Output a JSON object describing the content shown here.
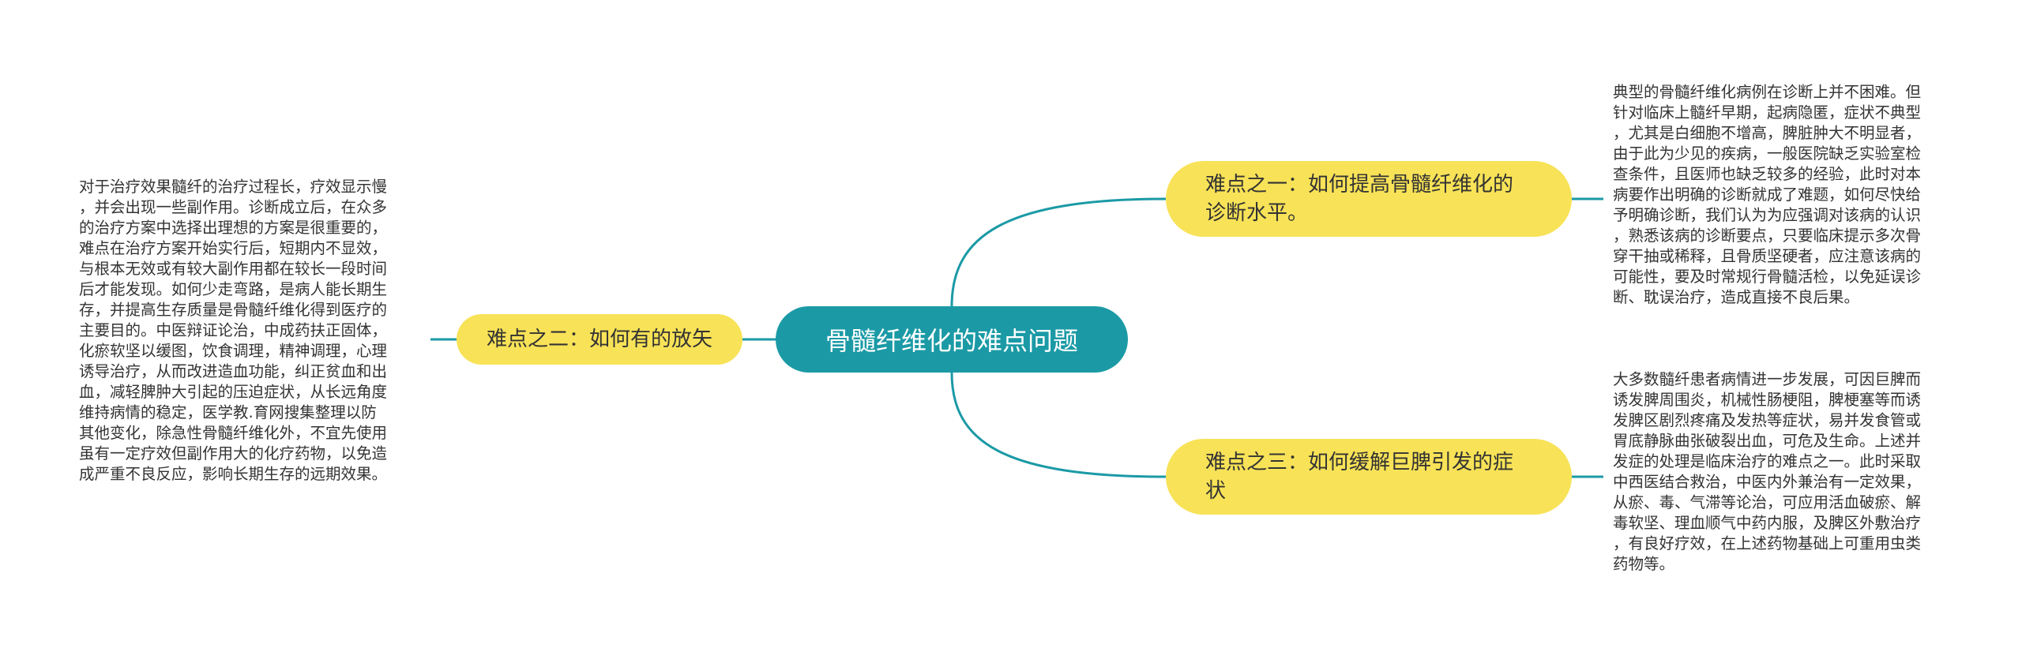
{
  "colors": {
    "root_fill": "#1b9aa6",
    "branch_fill": "#f8e257",
    "connector": "#1b9aa6",
    "text": "#333333"
  },
  "root": {
    "label": "骨髓纤维化的难点问题"
  },
  "branches": [
    {
      "label": "难点之一：如何提高骨髓纤维化的\n诊断水平。",
      "note": "典型的骨髓纤维化病例在诊断上并不困难。但\n针对临床上髓纤早期，起病隐匿，症状不典型\n，尤其是白细胞不增高，脾脏肿大不明显者，\n由于此为少见的疾病，一般医院缺乏实验室检\n查条件，且医师也缺乏较多的经验，此时对本\n病要作出明确的诊断就成了难题，如何尽快给\n予明确诊断，我们认为为应强调对该病的认识\n，熟悉该病的诊断要点，只要临床提示多次骨\n穿干抽或稀释，且骨质坚硬者，应注意该病的\n可能性，要及时常规行骨髓活检，以免延误诊\n断、耽误治疗，造成直接不良后果。"
    },
    {
      "label": "难点之二：如何有的放矢",
      "note": "对于治疗效果髓纤的治疗过程长，疗效显示慢\n，并会出现一些副作用。诊断成立后，在众多\n的治疗方案中选择出理想的方案是很重要的，\n难点在治疗方案开始实行后，短期内不显效，\n与根本无效或有较大副作用都在较长一段时间\n后才能发现。如何少走弯路，是病人能长期生\n存，并提高生存质量是骨髓纤维化得到医疗的\n主要目的。中医辩证论治，中成药扶正固体，\n化瘀软坚以缓图，饮食调理，精神调理，心理\n诱导治疗，从而改进造血功能，纠正贫血和出\n血，减轻脾肿大引起的压迫症状，从长远角度\n维持病情的稳定，医学教.育网搜集整理以防\n其他变化，除急性骨髓纤维化外，不宜先使用\n虽有一定疗效但副作用大的化疗药物，以免造\n成严重不良反应，影响长期生存的远期效果。"
    },
    {
      "label": "难点之三：如何缓解巨脾引发的症\n状",
      "note": "大多数髓纤患者病情进一步发展，可因巨脾而\n诱发脾周围炎，机械性肠梗阻，脾梗塞等而诱\n发脾区剧烈疼痛及发热等症状，易并发食管或\n胃底静脉曲张破裂出血，可危及生命。上述并\n发症的处理是临床治疗的难点之一。此时采取\n中西医结合救治，中医内外兼治有一定效果，\n从瘀、毒、气滞等论治，可应用活血破瘀、解\n毒软坚、理血顺气中药内服，及脾区外敷治疗\n，有良好疗效，在上述药物基础上可重用虫类\n药物等。"
    }
  ]
}
